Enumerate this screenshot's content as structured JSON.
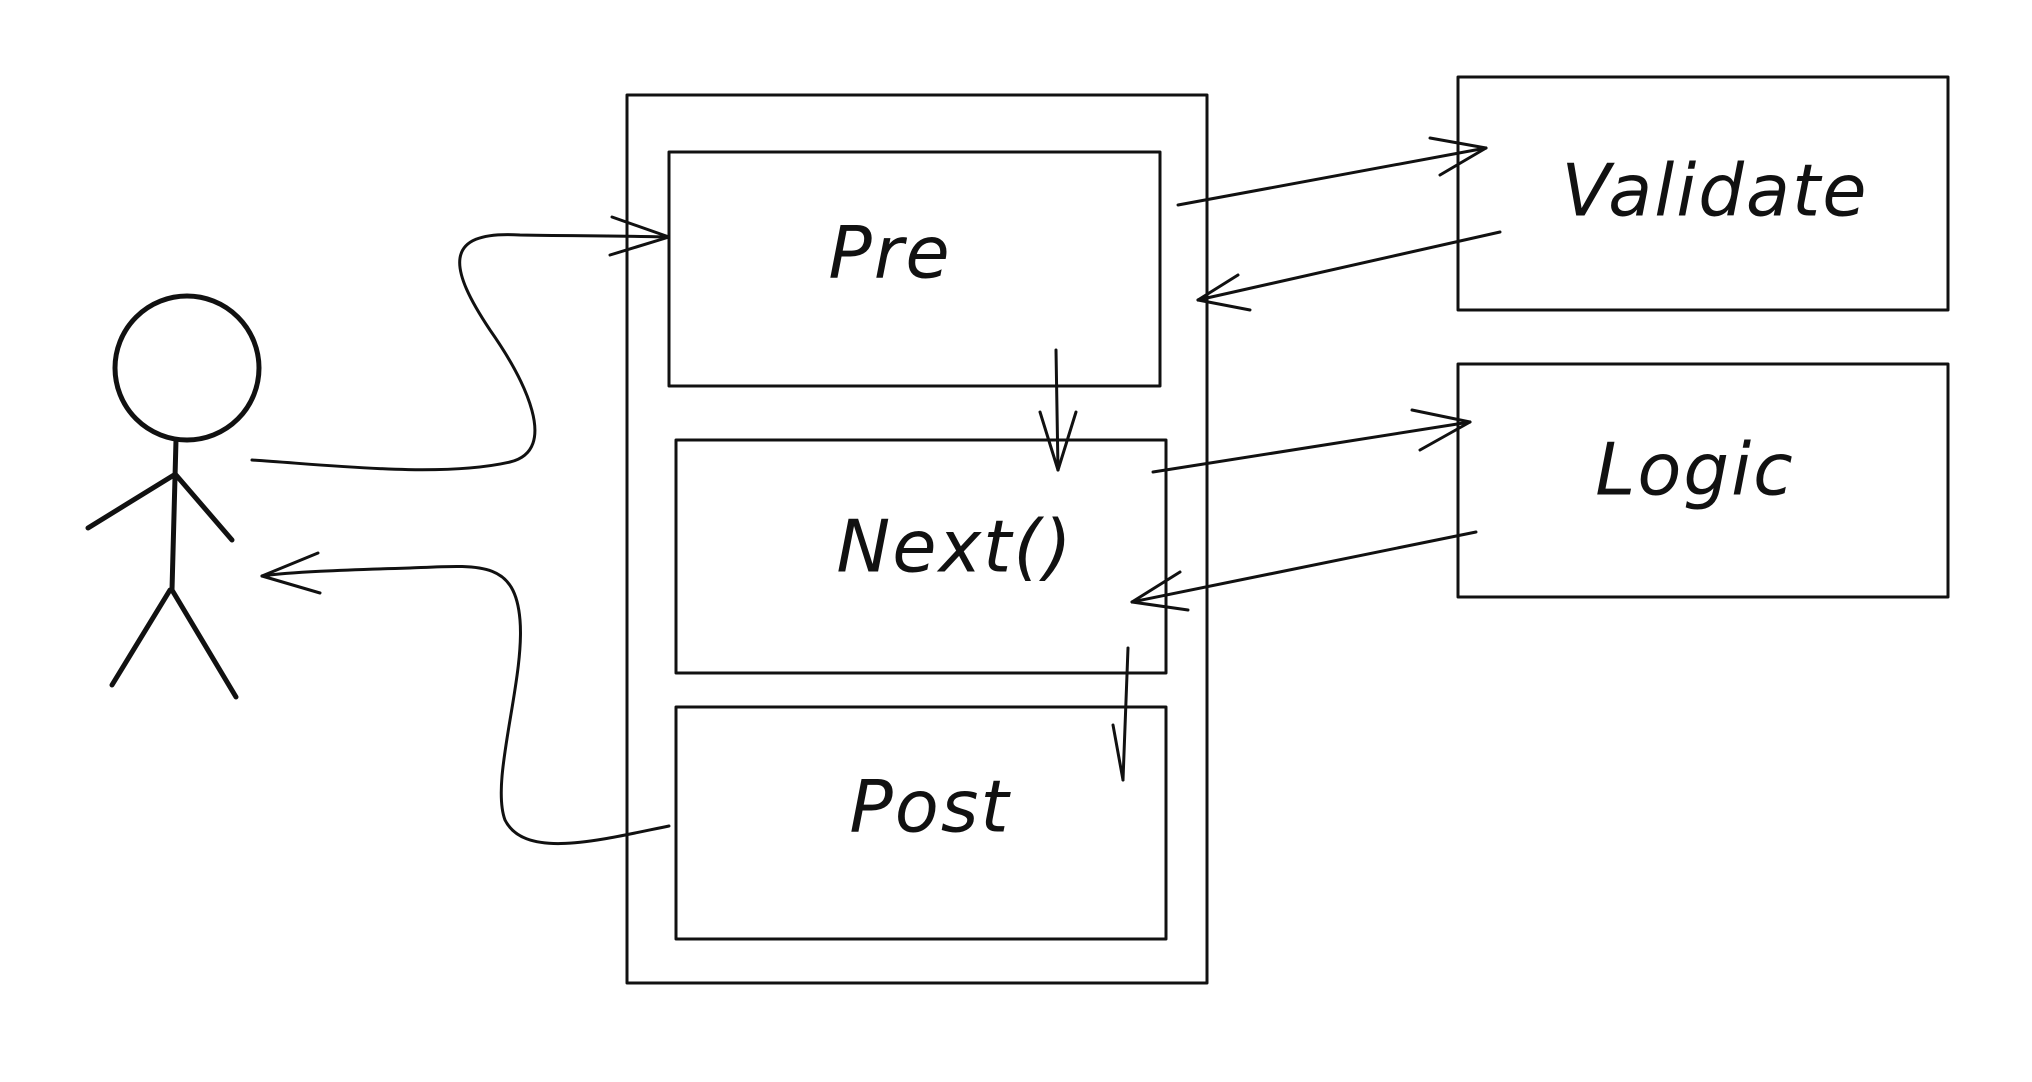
{
  "nodes": {
    "pre": {
      "label": "Pre"
    },
    "next": {
      "label": "Next()"
    },
    "post": {
      "label": "Post"
    },
    "validate": {
      "label": "Validate"
    },
    "logic": {
      "label": "Logic"
    }
  },
  "colors": {
    "stroke": "#111111",
    "background": "#ffffff"
  }
}
